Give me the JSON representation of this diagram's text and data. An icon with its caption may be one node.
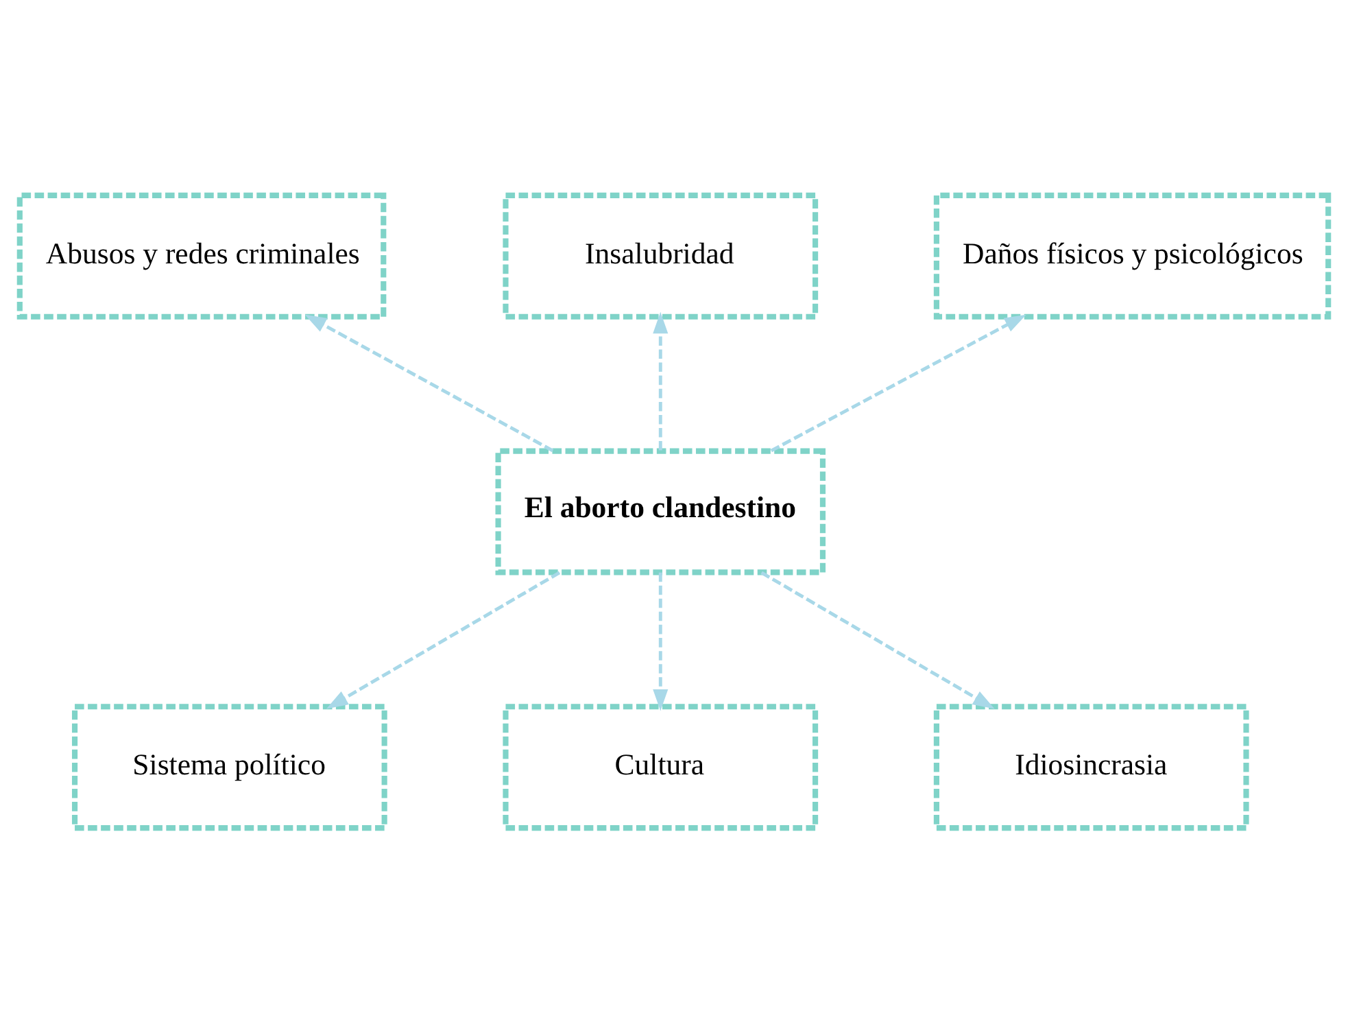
{
  "diagram": {
    "nodes": [
      {
        "text": [
          "Abusos y redes criminales"
        ]
      },
      {
        "text": [
          "Insalubridad"
        ]
      },
      {
        "text": [
          "Daños físicos y psicológicos"
        ]
      },
      {
        "text": [
          "El aborto clandestino"
        ]
      },
      {
        "text": [
          "Sistema político"
        ]
      },
      {
        "text": [
          "Cultura"
        ]
      },
      {
        "text": [
          "Idiosincrasia"
        ]
      }
    ],
    "edges": [
      {
        "from": 3,
        "to": 0,
        "arrow": "to",
        "style": "dashed"
      },
      {
        "from": 3,
        "to": 1,
        "arrow": "to",
        "style": "dashed"
      },
      {
        "from": 3,
        "to": 2,
        "arrow": "to",
        "style": "dashed"
      },
      {
        "from": 3,
        "to": 4,
        "arrow": "to",
        "style": "dashed"
      },
      {
        "from": 3,
        "to": 5,
        "arrow": "to",
        "style": "dashed"
      },
      {
        "from": 3,
        "to": 6,
        "arrow": "to",
        "style": "dashed"
      }
    ]
  }
}
